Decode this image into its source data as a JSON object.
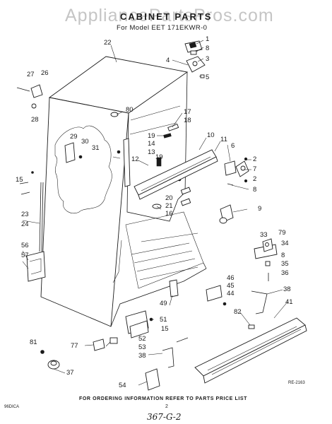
{
  "watermark": "AppliancePartsPros.com",
  "title": "CABINET PARTS",
  "subtitle": "For Model EET 171EKWR-0",
  "footer_note": "FOR ORDERING INFORMATION REFER TO PARTS PRICE LIST",
  "page_code": "96DICA",
  "page_number": "2",
  "handwritten_note": "367-G-2",
  "drawing_code": "RE-2163",
  "callouts": [
    "22",
    "1",
    "8",
    "3",
    "4",
    "5",
    "27",
    "26",
    "28",
    "80",
    "17",
    "18",
    "10",
    "11",
    "19",
    "14",
    "13",
    "29",
    "30",
    "31",
    "12",
    "19",
    "6",
    "2",
    "7",
    "2",
    "8",
    "15",
    "20",
    "21",
    "16",
    "9",
    "23",
    "24",
    "33",
    "79",
    "34",
    "8",
    "35",
    "36",
    "56",
    "57",
    "46",
    "45",
    "44",
    "38",
    "41",
    "49",
    "82",
    "51",
    "15",
    "77",
    "52",
    "53",
    "81",
    "38",
    "37",
    "54"
  ]
}
